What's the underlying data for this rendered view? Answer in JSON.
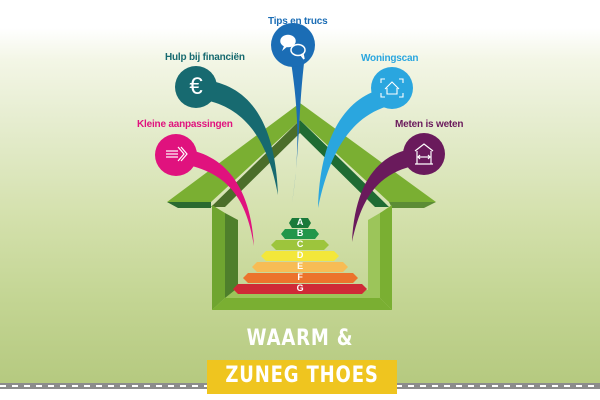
{
  "infographic": {
    "title_line1": "WAARM &",
    "title_line2": "ZUNEG THOES",
    "colors": {
      "house_light": "#7aaf32",
      "house_dark": "#4b7a2a",
      "title_box": "#efc51f",
      "background_bottom": "#b5c97f"
    },
    "bubbles": [
      {
        "label": "Kleine aanpassingen",
        "icon": "arrow-chevron-icon",
        "color": "#e0127e"
      },
      {
        "label": "Hulp bij financiën",
        "icon": "euro-icon",
        "glyph": "€",
        "color": "#176a70"
      },
      {
        "label": "Tips en trucs",
        "icon": "chat-bubbles-icon",
        "color": "#1b6db5"
      },
      {
        "label": "Woningscan",
        "icon": "house-scan-icon",
        "color": "#2aa6df"
      },
      {
        "label": "Meten is weten",
        "icon": "house-measure-icon",
        "color": "#6a1a5c"
      }
    ],
    "energy_label": {
      "classes": [
        {
          "letter": "A",
          "color": "#1a7a3a"
        },
        {
          "letter": "B",
          "color": "#22964a"
        },
        {
          "letter": "C",
          "color": "#9dc53c"
        },
        {
          "letter": "D",
          "color": "#f3e73a"
        },
        {
          "letter": "E",
          "color": "#f7bc55"
        },
        {
          "letter": "F",
          "color": "#ec732c"
        },
        {
          "letter": "G",
          "color": "#cf2a37"
        }
      ]
    }
  }
}
